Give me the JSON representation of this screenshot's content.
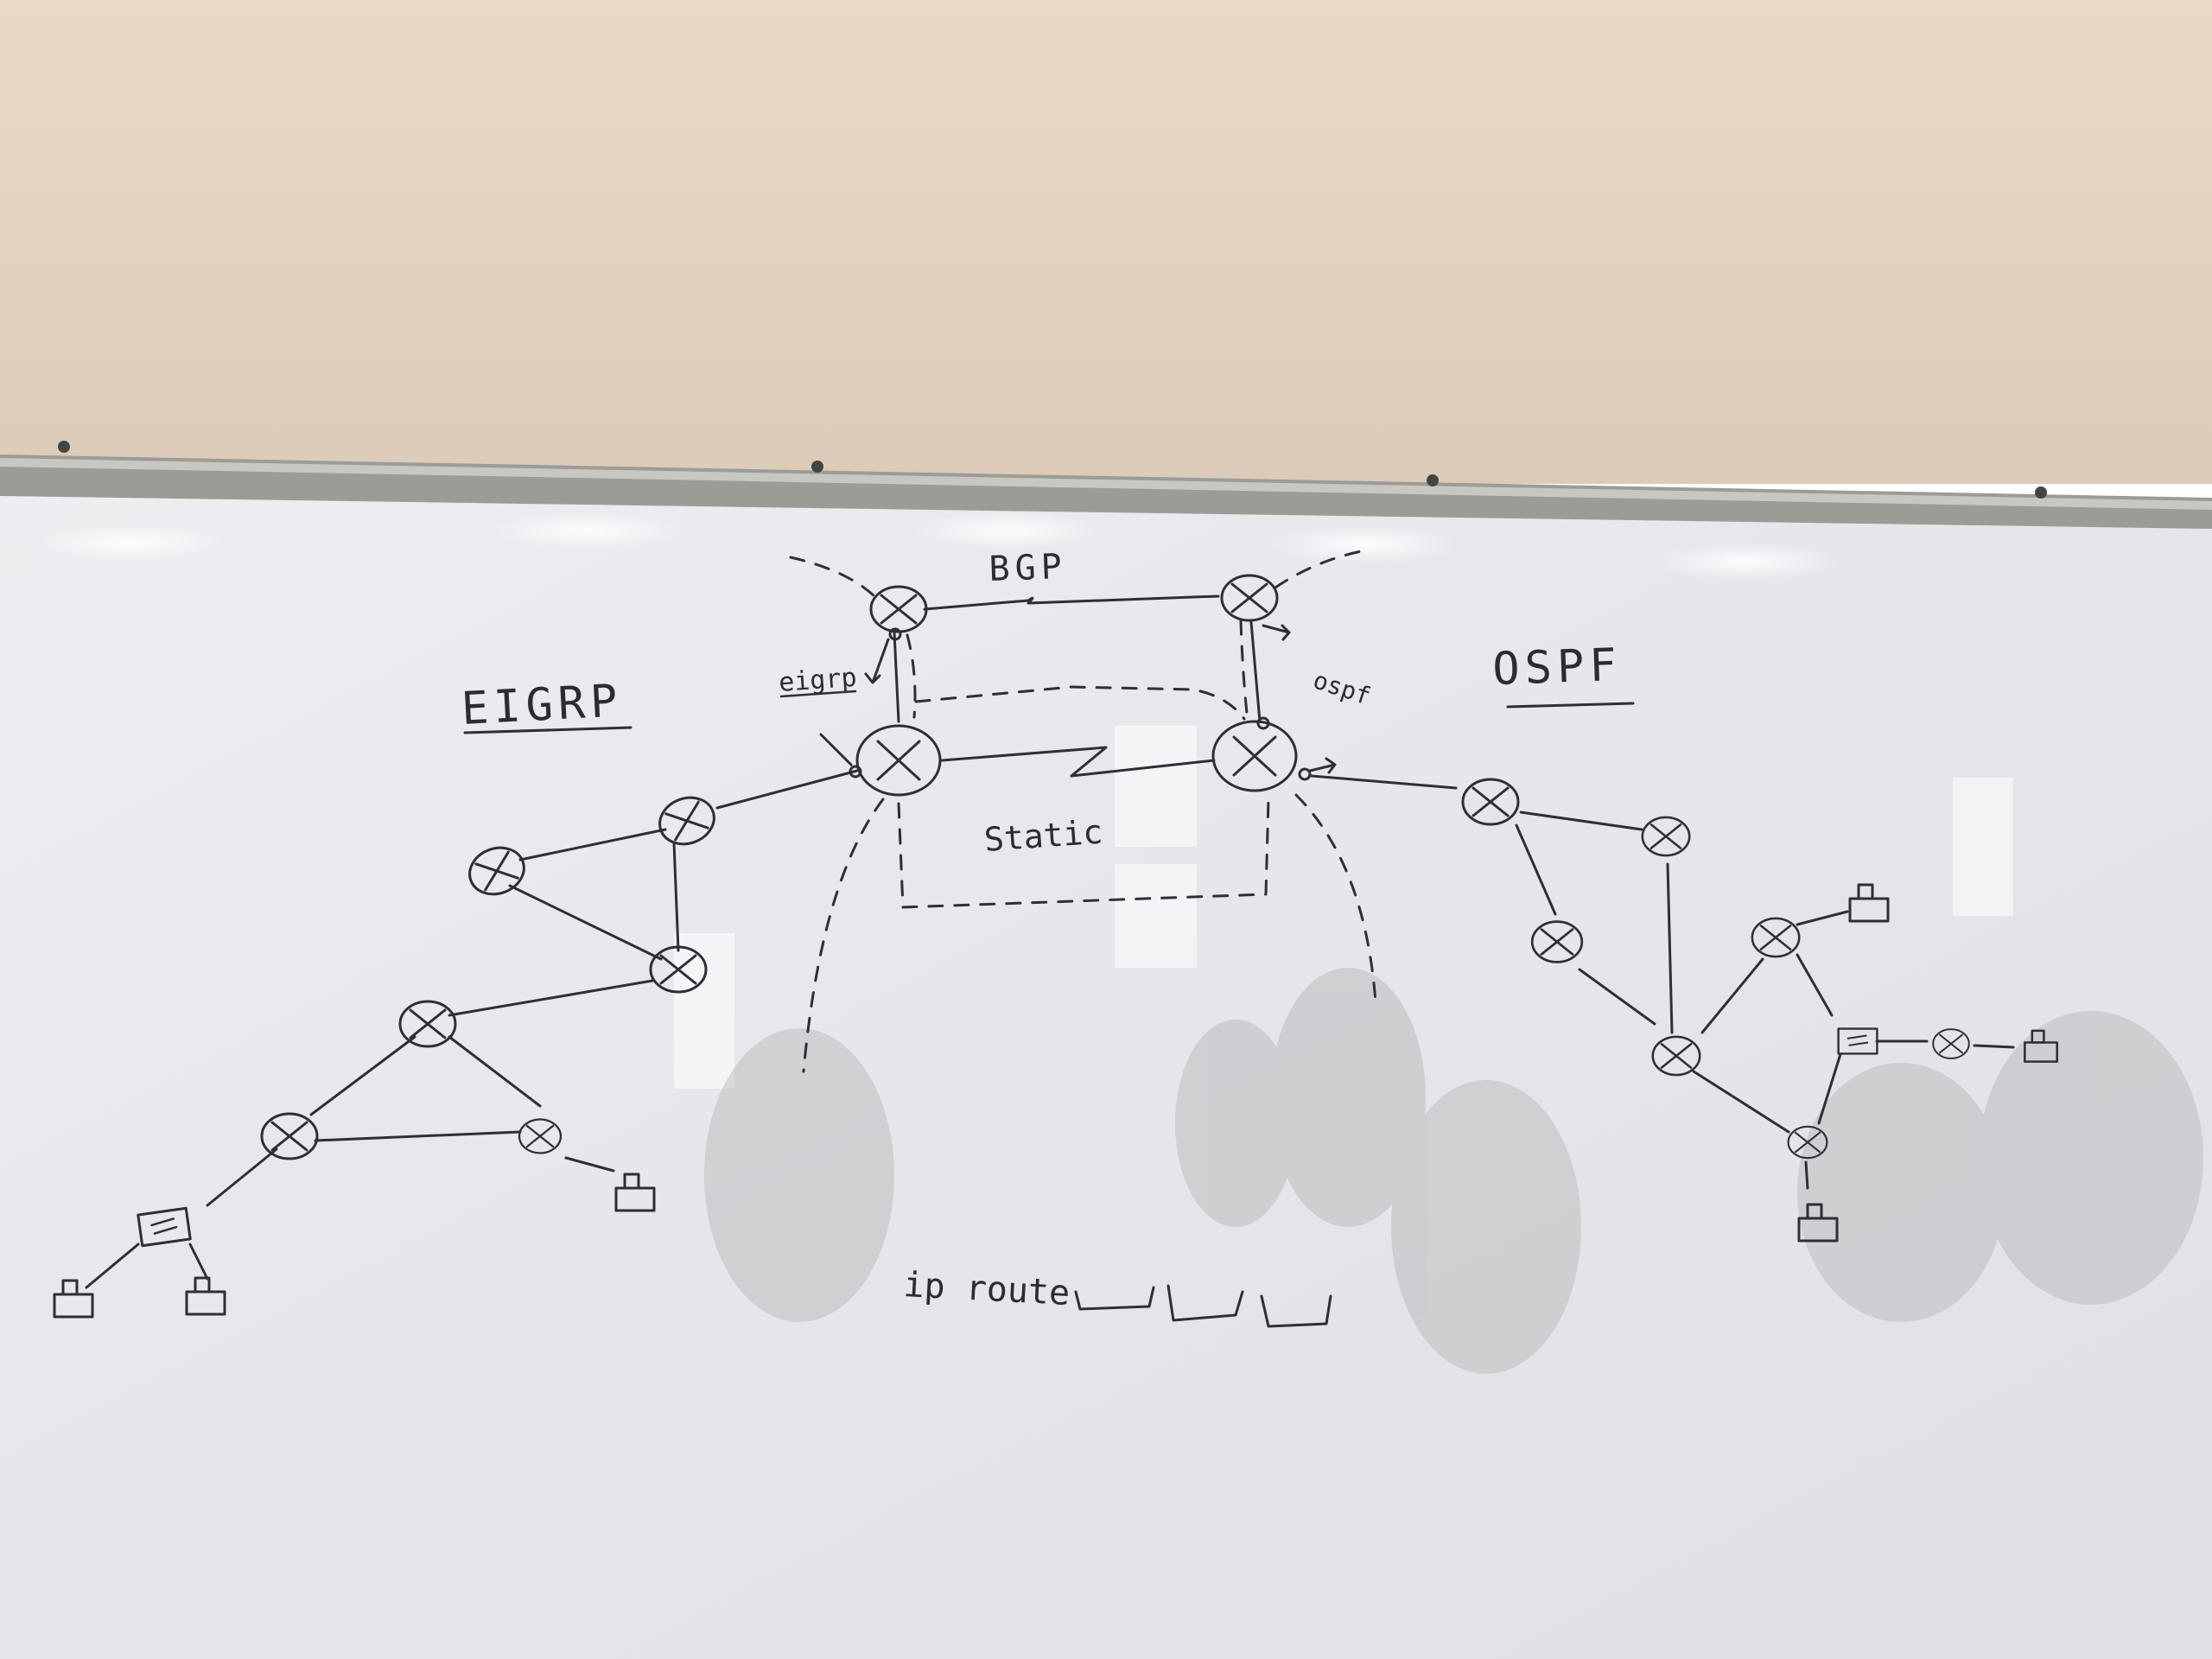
{
  "labels": {
    "bgp": "BGP",
    "eigrp_title": "EIGRP",
    "eigrp_small": "eigrp",
    "ospf_title": "OSPF",
    "ospf_small": "ospf",
    "static": "Static",
    "ip_route": "ip route"
  },
  "colors": {
    "wall": "#e6d6c4",
    "board": "#e9ebee",
    "frame": "#8a8a85",
    "ink": "#2e2e36"
  }
}
